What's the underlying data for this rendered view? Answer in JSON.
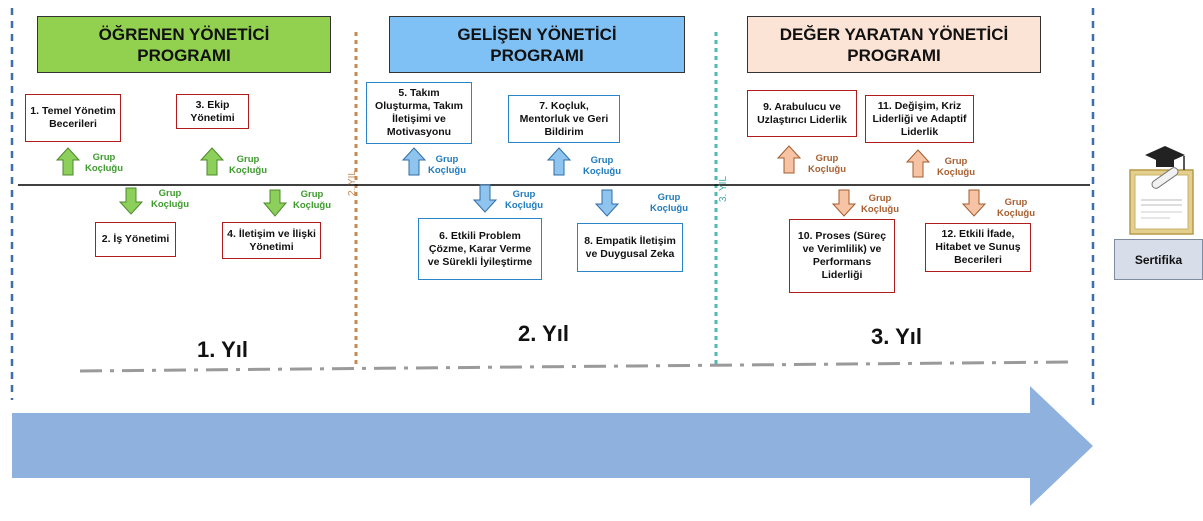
{
  "headers": [
    {
      "line1": "ÖĞRENEN YÖNETİCİ",
      "line2": "PROGRAMI",
      "color": "#92d050"
    },
    {
      "line1": "GELİŞEN YÖNETİCİ",
      "line2": "PROGRAMI",
      "color": "#7fc1f5"
    },
    {
      "line1": "DEĞER YARATAN YÖNETİCİ",
      "line2": "PROGRAMI",
      "color": "#fbe3d6"
    }
  ],
  "modules": [
    {
      "text": "1. Temel Yönetim Becerileri"
    },
    {
      "text": "2. İş Yönetimi"
    },
    {
      "text": "3. Ekip Yönetimi"
    },
    {
      "text": "4. İletişim ve İlişki Yönetimi"
    },
    {
      "text": "5. Takım Oluşturma, Takım İletişimi ve Motivasyonu"
    },
    {
      "text": "6. Etkili Problem Çözme, Karar Verme ve Sürekli İyileştirme"
    },
    {
      "text": "7. Koçluk, Mentorluk ve Geri Bildirim"
    },
    {
      "text": "8. Empatik İletişim ve Duygusal Zeka"
    },
    {
      "text": "9. Arabulucu ve Uzlaştırıcı Liderlik"
    },
    {
      "text": "10. Proses (Süreç ve Verimlilik) ve Performans Liderliği"
    },
    {
      "text": "11. Değişim, Kriz Liderliği ve Adaptif Liderlik"
    },
    {
      "text": "12. Etkili İfade, Hitabet ve Sunuş Becerileri"
    }
  ],
  "coaching": {
    "line1": "Grup",
    "line2": "Koçluğu"
  },
  "years": {
    "y1": "1. Yıl",
    "y2": "2. Yıl",
    "y3": "3. Yıl"
  },
  "year_markers": {
    "m2": "2. YIL",
    "m3": "3. YIL"
  },
  "certificate": {
    "label": "Sertifika"
  },
  "colors": {
    "green_arrow": "#8ccf5a",
    "blue_arrow": "#8fc4ee",
    "orange_arrow": "#f6c3a4",
    "progress_arrow": "#8eb1dd"
  }
}
